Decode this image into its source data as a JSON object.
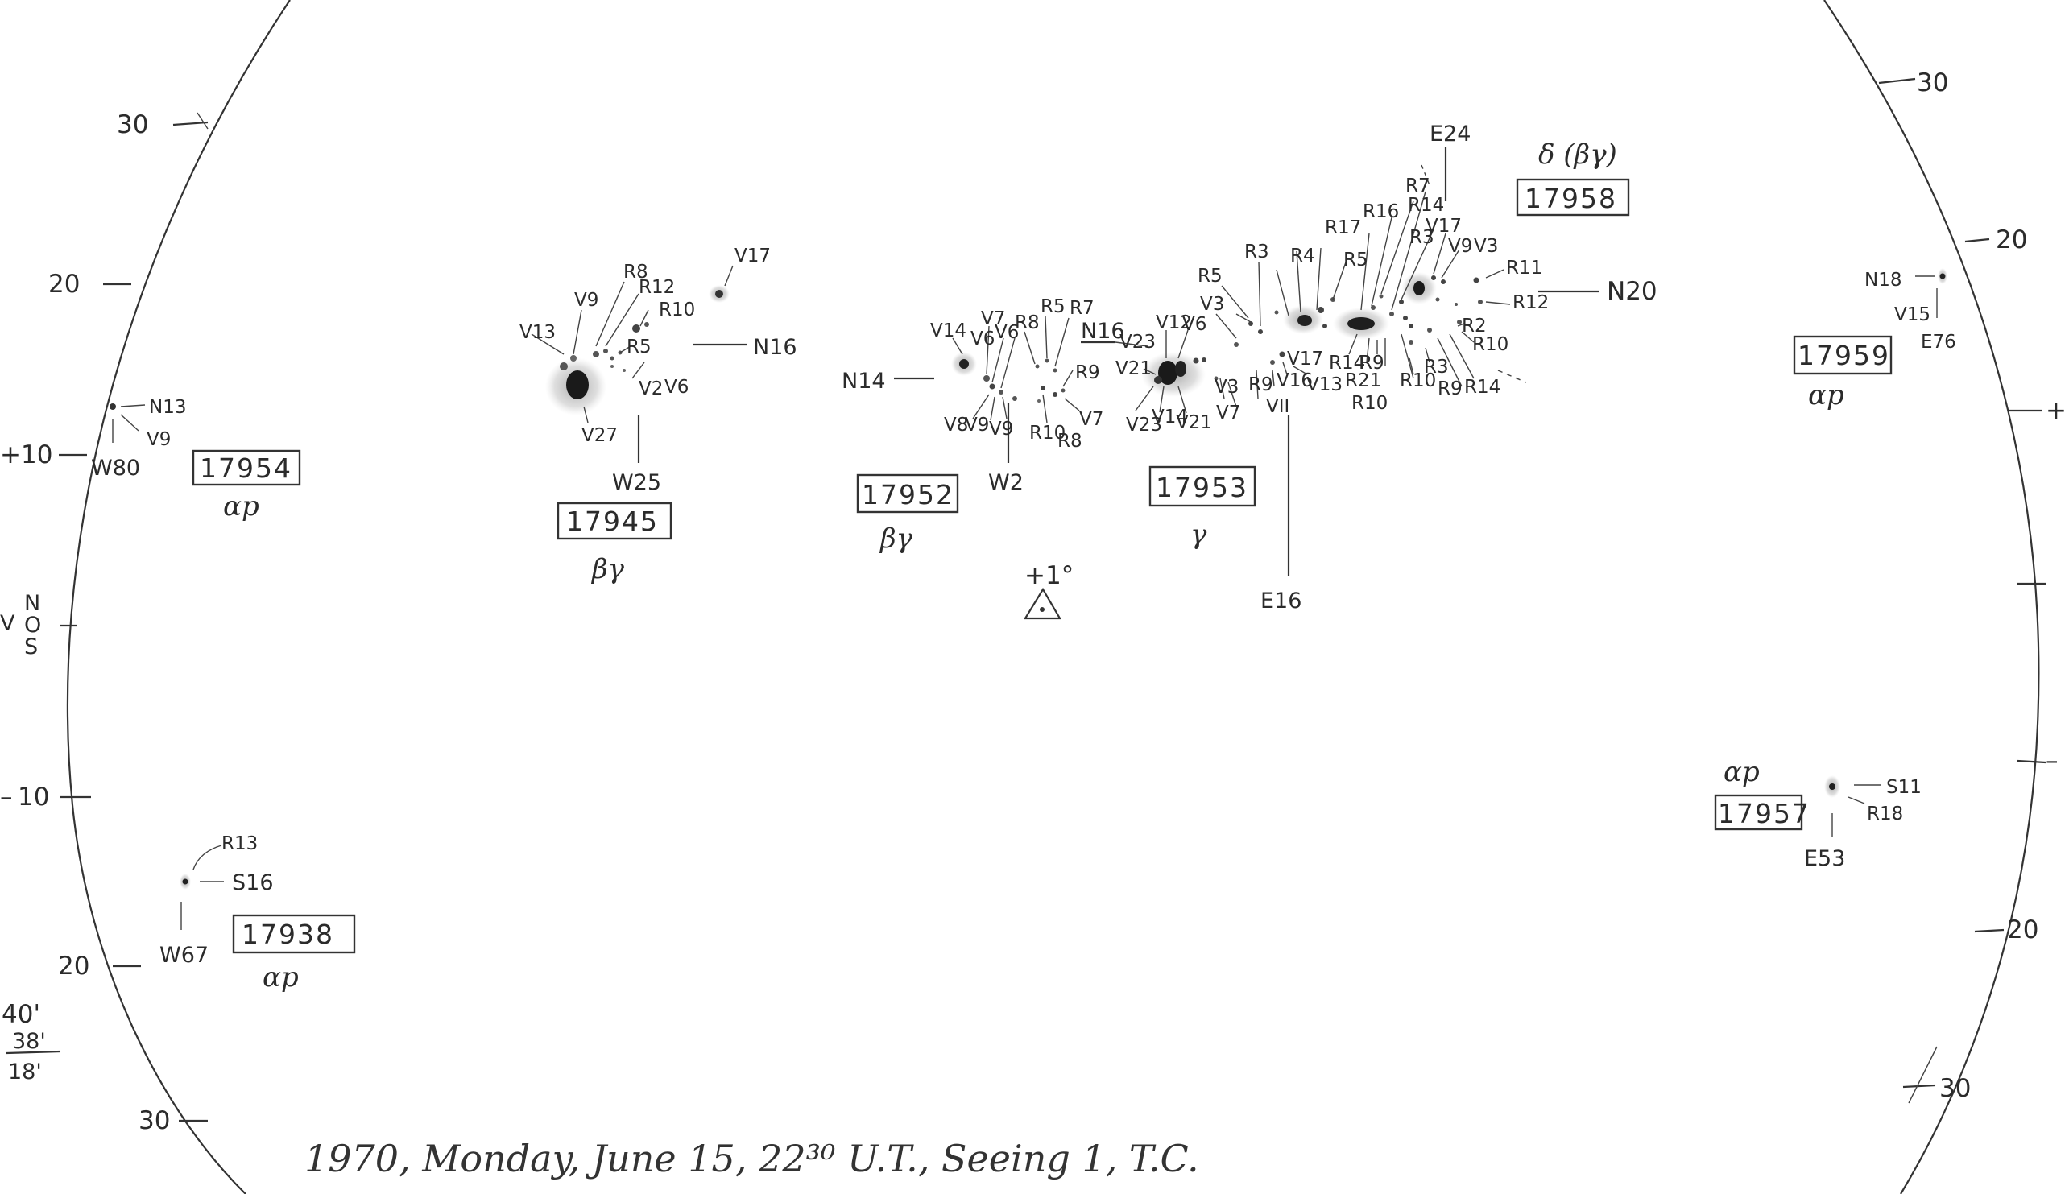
{
  "caption": "1970, Monday, June 15, 22³⁰ U.T., Seeing 1, T.C.",
  "scale": {
    "values": [
      "40'",
      "38'",
      "18'"
    ]
  },
  "axis": {
    "left_ticks": [
      "30",
      "20",
      "+10",
      "10",
      "20",
      "30"
    ],
    "right_ticks": [
      "30",
      "20",
      "+",
      "20",
      "30"
    ],
    "equator_label": [
      "V",
      "N",
      "O",
      "S"
    ]
  },
  "reference_mark": {
    "label": "+1°"
  },
  "regions": [
    {
      "number": "17954",
      "class": "αp",
      "labels": [
        "N13",
        "V9",
        "W80"
      ]
    },
    {
      "number": "17945",
      "class": "βγ",
      "labels": [
        "V13",
        "V9",
        "R8",
        "R12",
        "R10",
        "R5",
        "V17",
        "N16",
        "V2",
        "V6",
        "V27",
        "W25"
      ]
    },
    {
      "number": "17952",
      "class": "βγ",
      "labels": [
        "V14",
        "V7",
        "V6",
        "V6",
        "R8",
        "R5",
        "R7",
        "N14",
        "V8",
        "V9",
        "V9",
        "R9",
        "V7",
        "R10",
        "R8",
        "W2"
      ]
    },
    {
      "number": "17953",
      "class": "γ",
      "labels": [
        "N16",
        "V12",
        "V6",
        "V23",
        "V21",
        "V23",
        "V14",
        "V21",
        "V3",
        "V7",
        "R9",
        "V16",
        "V13",
        "V17",
        "VII",
        "E16",
        "R5",
        "R3",
        "V3"
      ]
    },
    {
      "number": "17958",
      "class": "δ (βγ)",
      "labels": [
        "E24",
        "R7",
        "R14",
        "R16",
        "R17",
        "R5",
        "R4",
        "R3",
        "V17",
        "V9",
        "V3",
        "R11",
        "R12",
        "N20",
        "R2",
        "R10",
        "R14",
        "R9",
        "R3",
        "R10",
        "R21",
        "R14",
        "R9",
        "R10"
      ]
    },
    {
      "number": "17959",
      "class": "αp",
      "labels": [
        "N18",
        "V15",
        "E76"
      ]
    },
    {
      "number": "17957",
      "class": "αp",
      "labels": [
        "S11",
        "R18",
        "E53"
      ]
    },
    {
      "number": "17938",
      "class": "αp",
      "labels": [
        "R13",
        "S16",
        "W67"
      ]
    }
  ]
}
